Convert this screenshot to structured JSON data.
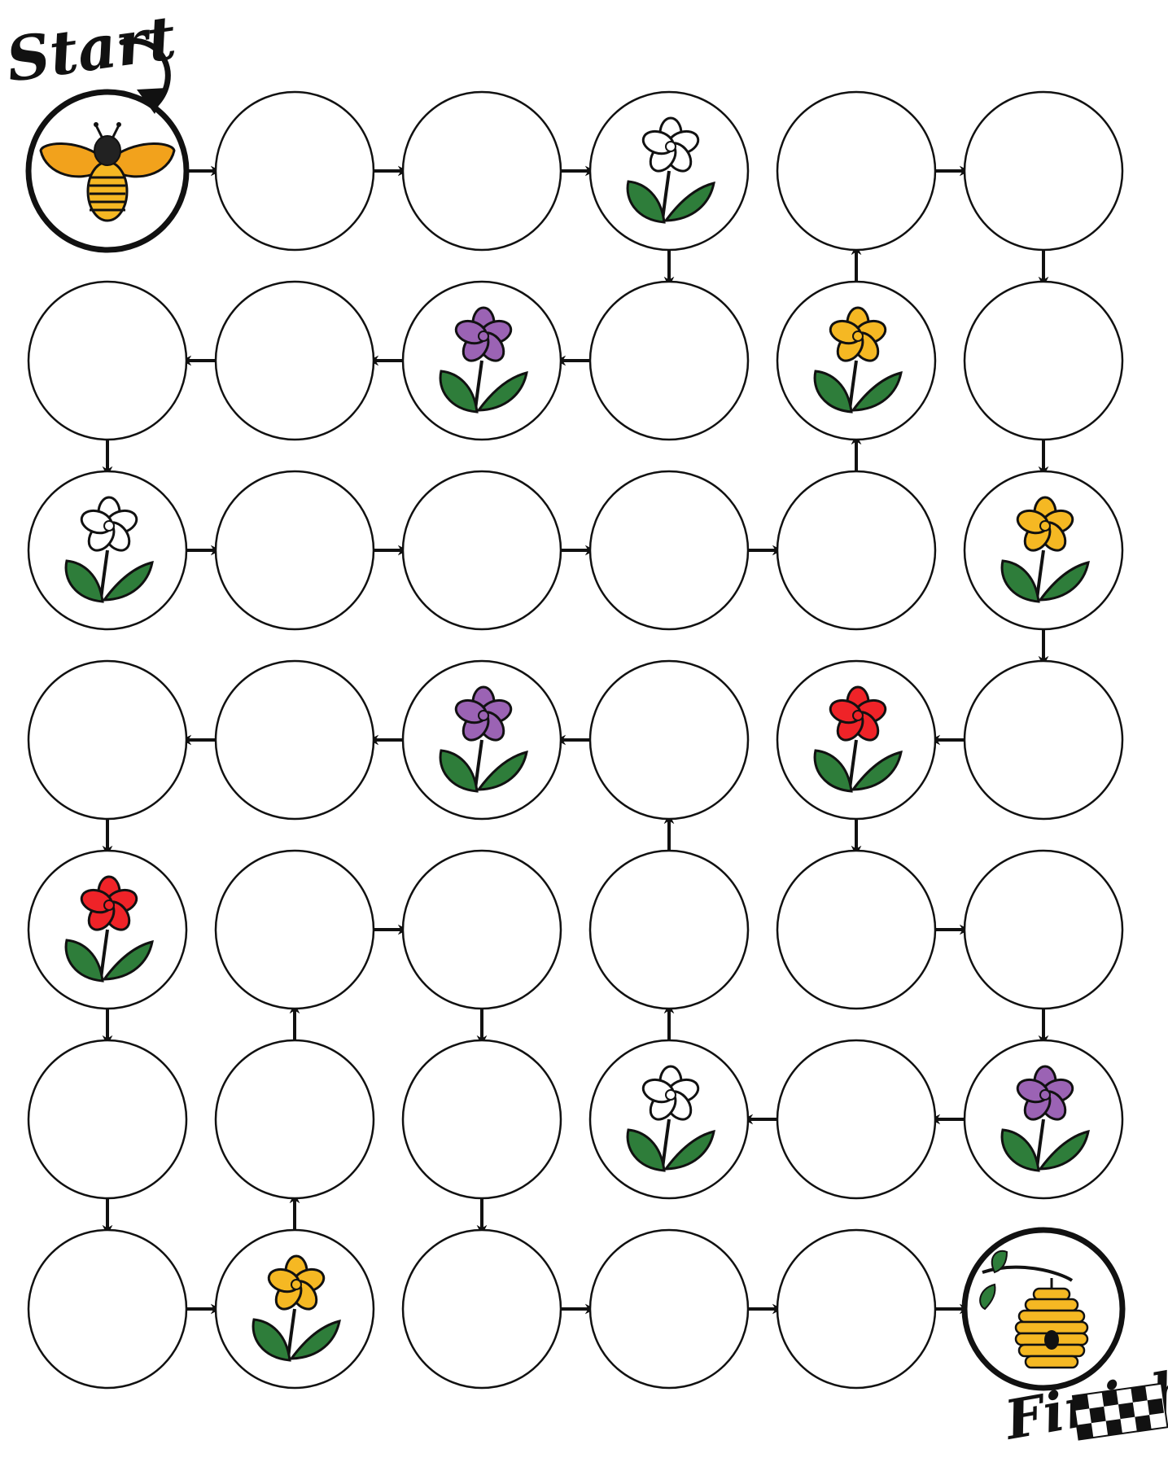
{
  "start_label": "Start",
  "finish_label": "Finish",
  "grid": {
    "rows": 7,
    "cols": 6
  },
  "colors": {
    "white_petal": "#ffffff",
    "purple_petal": "#9b63b4",
    "yellow_petal": "#f5b823",
    "red_petal": "#ef2328",
    "leaf": "#2e7d3a",
    "bee_wing": "#f2a21c",
    "bee_body": "#f5b823",
    "hive": "#f5b823"
  },
  "cells": [
    [
      "bee",
      "",
      "",
      "white",
      "",
      ""
    ],
    [
      "",
      "",
      "purple",
      "",
      "yellow",
      ""
    ],
    [
      "white",
      "",
      "",
      "",
      "",
      "yellow"
    ],
    [
      "",
      "",
      "purple",
      "",
      "red",
      ""
    ],
    [
      "red",
      "",
      "",
      "",
      "",
      ""
    ],
    [
      "",
      "",
      "",
      "white",
      "",
      "purple"
    ],
    [
      "",
      "yellow",
      "",
      "",
      "",
      "hive"
    ]
  ],
  "arrows": [
    {
      "r": 0,
      "c": 0,
      "dir": "right"
    },
    {
      "r": 0,
      "c": 1,
      "dir": "right"
    },
    {
      "r": 0,
      "c": 2,
      "dir": "right"
    },
    {
      "r": 0,
      "c": 3,
      "dir": "down"
    },
    {
      "r": 1,
      "c": 4,
      "dir": "up"
    },
    {
      "r": 0,
      "c": 4,
      "dir": "right"
    },
    {
      "r": 0,
      "c": 5,
      "dir": "down"
    },
    {
      "r": 1,
      "c": 3,
      "dir": "left"
    },
    {
      "r": 1,
      "c": 2,
      "dir": "left"
    },
    {
      "r": 1,
      "c": 1,
      "dir": "left"
    },
    {
      "r": 1,
      "c": 0,
      "dir": "down"
    },
    {
      "r": 1,
      "c": 5,
      "dir": "down"
    },
    {
      "r": 2,
      "c": 4,
      "dir": "up"
    },
    {
      "r": 2,
      "c": 0,
      "dir": "right"
    },
    {
      "r": 2,
      "c": 1,
      "dir": "right"
    },
    {
      "r": 2,
      "c": 2,
      "dir": "right"
    },
    {
      "r": 2,
      "c": 3,
      "dir": "right"
    },
    {
      "r": 2,
      "c": 5,
      "dir": "down"
    },
    {
      "r": 3,
      "c": 5,
      "dir": "left"
    },
    {
      "r": 3,
      "c": 4,
      "dir": "down"
    },
    {
      "r": 3,
      "c": 3,
      "dir": "left"
    },
    {
      "r": 3,
      "c": 2,
      "dir": "left"
    },
    {
      "r": 3,
      "c": 1,
      "dir": "left"
    },
    {
      "r": 3,
      "c": 0,
      "dir": "down"
    },
    {
      "r": 4,
      "c": 3,
      "dir": "up"
    },
    {
      "r": 4,
      "c": 1,
      "dir": "right"
    },
    {
      "r": 4,
      "c": 0,
      "dir": "down"
    },
    {
      "r": 5,
      "c": 1,
      "dir": "up"
    },
    {
      "r": 4,
      "c": 2,
      "dir": "down"
    },
    {
      "r": 4,
      "c": 4,
      "dir": "right"
    },
    {
      "r": 4,
      "c": 5,
      "dir": "down"
    },
    {
      "r": 5,
      "c": 3,
      "dir": "up"
    },
    {
      "r": 5,
      "c": 5,
      "dir": "left"
    },
    {
      "r": 5,
      "c": 4,
      "dir": "left"
    },
    {
      "r": 5,
      "c": 0,
      "dir": "down"
    },
    {
      "r": 6,
      "c": 1,
      "dir": "up"
    },
    {
      "r": 5,
      "c": 2,
      "dir": "down"
    },
    {
      "r": 6,
      "c": 0,
      "dir": "right"
    },
    {
      "r": 6,
      "c": 2,
      "dir": "right"
    },
    {
      "r": 6,
      "c": 3,
      "dir": "right"
    },
    {
      "r": 6,
      "c": 4,
      "dir": "right"
    }
  ]
}
